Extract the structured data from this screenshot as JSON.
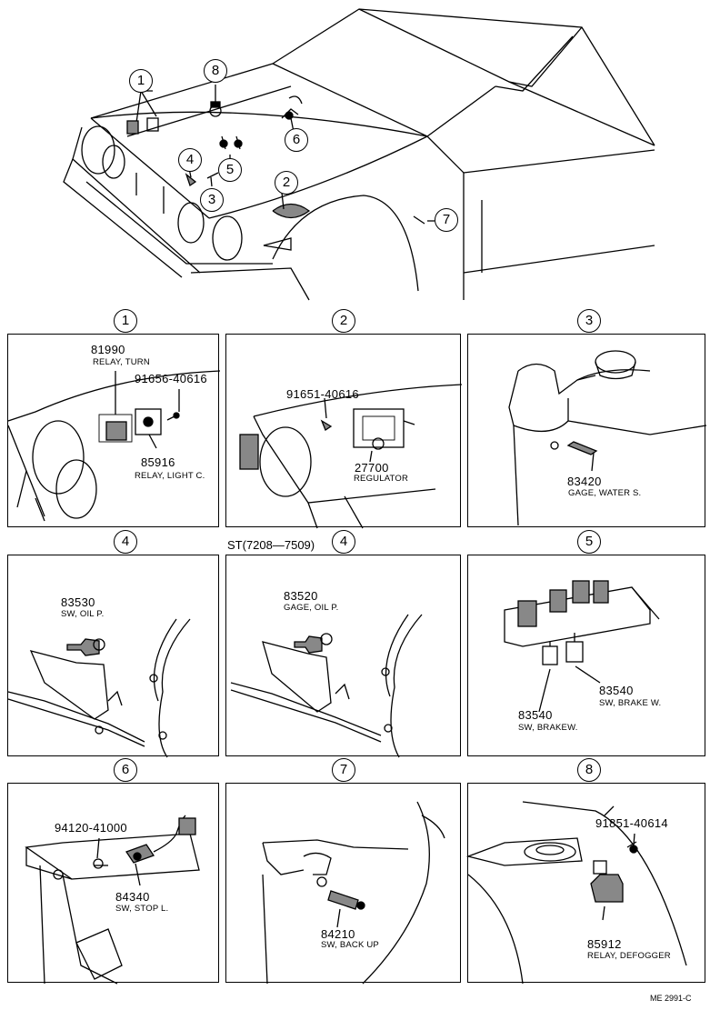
{
  "overview": {
    "callouts": [
      "1",
      "2",
      "3",
      "4",
      "5",
      "6",
      "7",
      "8"
    ]
  },
  "panels": [
    {
      "marker": "1",
      "note": "",
      "parts": [
        {
          "pn": "81990",
          "desc": "RELAY, TURN"
        },
        {
          "pn": "91656-40616",
          "desc": ""
        },
        {
          "pn": "85916",
          "desc": "RELAY, LIGHT C."
        }
      ]
    },
    {
      "marker": "2",
      "note": "",
      "parts": [
        {
          "pn": "91651-40616",
          "desc": ""
        },
        {
          "pn": "27700",
          "desc": "REGULATOR"
        }
      ]
    },
    {
      "marker": "3",
      "note": "",
      "parts": [
        {
          "pn": "83420",
          "desc": "GAGE, WATER S."
        }
      ]
    },
    {
      "marker": "4",
      "note": "",
      "parts": [
        {
          "pn": "83530",
          "desc": "SW, OIL P."
        }
      ]
    },
    {
      "marker": "4",
      "note": "ST(7208—7509)",
      "parts": [
        {
          "pn": "83520",
          "desc": "GAGE, OIL P."
        }
      ]
    },
    {
      "marker": "5",
      "note": "",
      "parts": [
        {
          "pn": "83540",
          "desc": "SW, BRAKE W."
        },
        {
          "pn": "83540",
          "desc": "SW, BRAKEW."
        }
      ]
    },
    {
      "marker": "6",
      "note": "",
      "parts": [
        {
          "pn": "94120-41000",
          "desc": ""
        },
        {
          "pn": "84340",
          "desc": "SW, STOP L."
        }
      ]
    },
    {
      "marker": "7",
      "note": "",
      "parts": [
        {
          "pn": "84210",
          "desc": "SW, BACK UP"
        }
      ]
    },
    {
      "marker": "8",
      "note": "",
      "parts": [
        {
          "pn": "91851-40614",
          "desc": ""
        },
        {
          "pn": "85912",
          "desc": "RELAY, DEFOGGER"
        }
      ]
    }
  ],
  "footer": {
    "code": "ME 2991-C"
  }
}
